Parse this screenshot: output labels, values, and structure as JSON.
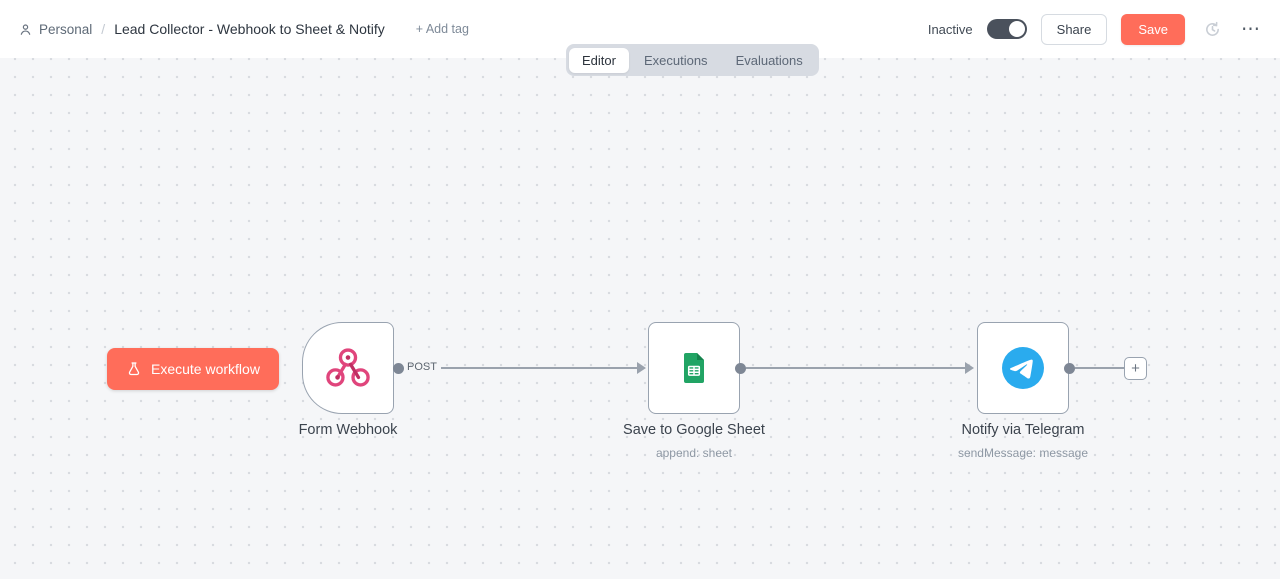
{
  "header": {
    "project": "Personal",
    "separator": "/",
    "title": "Lead Collector - Webhook to Sheet & Notify",
    "add_tag_label": "+ Add tag",
    "status_label": "Inactive",
    "share_label": "Share",
    "save_label": "Save",
    "more_label": "⋯"
  },
  "tabs": {
    "editor": "Editor",
    "executions": "Executions",
    "evaluations": "Evaluations"
  },
  "canvas": {
    "execute_label": "Execute workflow",
    "add_node_label": "+",
    "nodes": [
      {
        "title": "Form Webhook",
        "output_label": "POST"
      },
      {
        "title": "Save to Google Sheet",
        "subtitle": "append: sheet"
      },
      {
        "title": "Notify via Telegram",
        "subtitle": "sendMessage: message"
      }
    ]
  },
  "colors": {
    "accent": "#ff6d5a",
    "webhook_icon": "#e0457c",
    "sheets_icon": "#21a464",
    "telegram_icon": "#2aabee",
    "connector": "#9aa2ad"
  }
}
